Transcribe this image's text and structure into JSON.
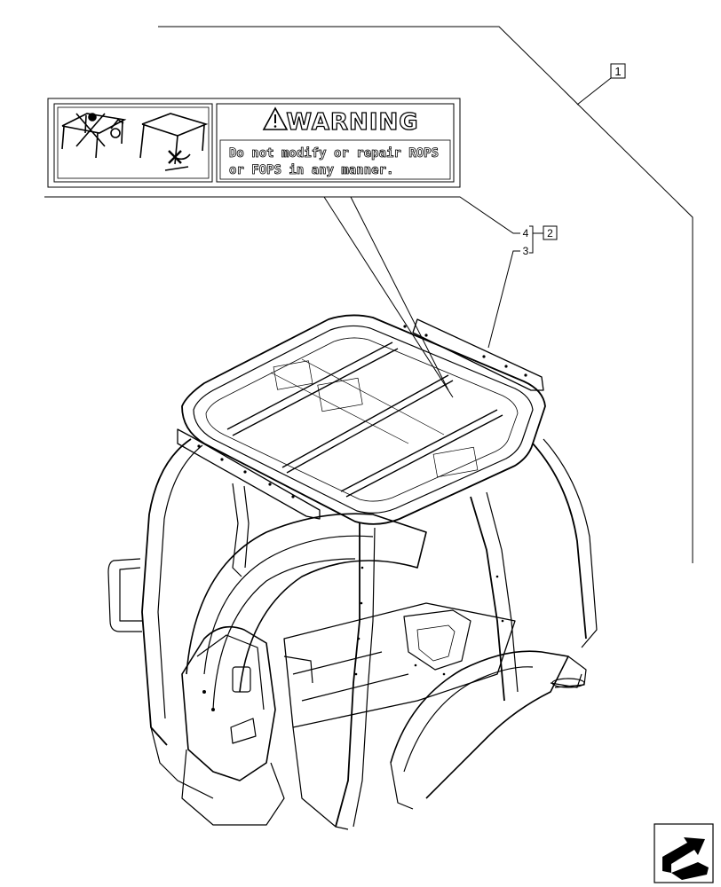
{
  "callouts": {
    "item1": "1",
    "item2": "2",
    "ref4": "4",
    "ref3": "3"
  },
  "decal": {
    "title": "WARNING",
    "line1": "Do not modify or repair ROPS",
    "line2": "or FOPS in any manner."
  },
  "icons": {
    "warning": "warning-triangle-icon",
    "nav": "next-page-arrow-icon"
  },
  "colors": {
    "line": "#000000",
    "background": "#ffffff"
  }
}
